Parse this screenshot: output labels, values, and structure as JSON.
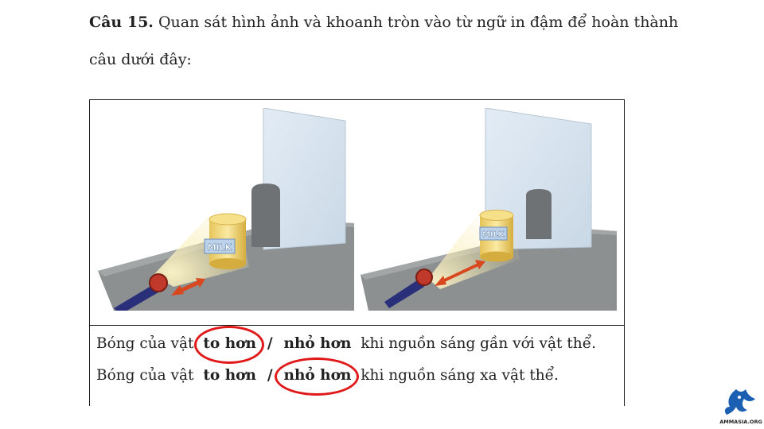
{
  "question": {
    "number": "Câu 15.",
    "text_line1": " Quan sát hình ảnh và khoanh tròn vào từ ngữ in đậm để hoàn thành",
    "text_line2": "câu dưới đây:"
  },
  "illustration": {
    "label_left": "MILK",
    "label_right": "MILK"
  },
  "answers": [
    {
      "prefix": "Bóng của vật",
      "option_a": "to hơn",
      "separator": "/",
      "option_b": "nhỏ hơn",
      "suffix": "khi nguồn sáng gần với vật thể.",
      "circled": "option_a"
    },
    {
      "prefix": "Bóng của vật",
      "option_a": "to hơn",
      "separator": "/",
      "option_b": "nhỏ hơn",
      "suffix": "khi nguồn sáng xa vật thể.",
      "circled": "option_b"
    }
  ],
  "watermark": {
    "text": "AMMASIA.ORG"
  },
  "colors": {
    "circle": "#e01a1a",
    "arrow": "#d9471f",
    "screen": "#dbe6f0",
    "floor": "#8c8f90"
  }
}
